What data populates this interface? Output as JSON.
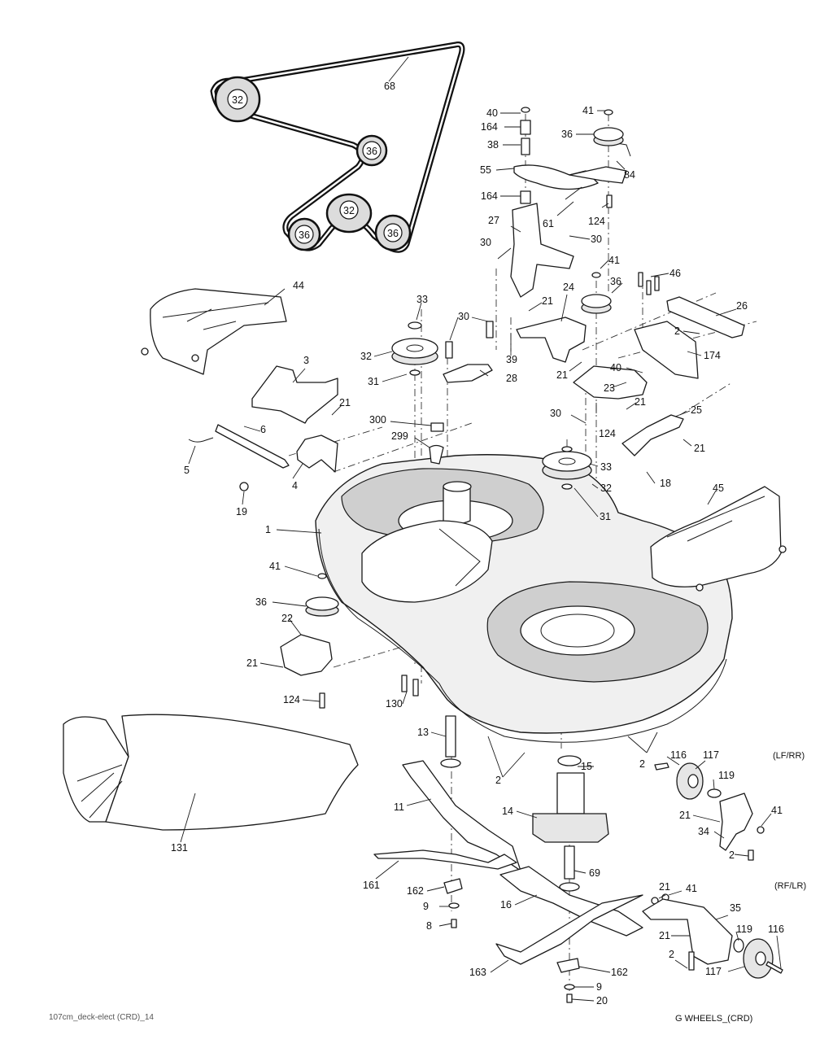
{
  "belt_callouts": {
    "belt": "68",
    "pulley_left": "32",
    "pulley_right_top": "36",
    "pulley_center": "32",
    "pulley_bottom_left": "36",
    "pulley_bottom_right": "36"
  },
  "labels": {
    "l40a": "40",
    "l164a": "164",
    "l38": "38",
    "l55": "55",
    "l164b": "164",
    "l41a": "41",
    "l36a": "36",
    "l84": "84",
    "l124a": "124",
    "l61": "61",
    "l27": "27",
    "l30a": "30",
    "l30b": "30",
    "l41b": "41",
    "l46": "46",
    "l36b": "36",
    "l44": "44",
    "l33a": "33",
    "l30c": "30",
    "l32a": "32",
    "l31a": "31",
    "l28": "28",
    "l24": "24",
    "l21a": "21",
    "l39": "39",
    "l26": "26",
    "l2a": "2",
    "l174": "174",
    "l21b": "21",
    "l40b": "40",
    "l23": "23",
    "l124b": "124",
    "l21c": "21",
    "l25": "25",
    "l21d": "21",
    "l3": "3",
    "l21e": "21",
    "l6": "6",
    "l5": "5",
    "l4": "4",
    "l19": "19",
    "l300": "300",
    "l299": "299",
    "l30d": "30",
    "l33b": "33",
    "l32b": "32",
    "l18": "18",
    "l31b": "31",
    "l45": "45",
    "l1": "1",
    "l41c": "41",
    "l36c": "36",
    "l22": "22",
    "l21f": "21",
    "l124c": "124",
    "l130": "130",
    "l13": "13",
    "l2b": "2",
    "l15": "15",
    "l2c": "2",
    "l116a": "116",
    "l117a": "117",
    "l119a": "119",
    "l21g": "21",
    "l41d": "41",
    "l34": "34",
    "l2d": "2",
    "l11": "11",
    "l14": "14",
    "l131": "131",
    "l161": "161",
    "l69": "69",
    "l162a": "162",
    "l9a": "9",
    "l8": "8",
    "l16": "16",
    "l21h": "21",
    "l41e": "41",
    "l35": "35",
    "l21i": "21",
    "l119b": "119",
    "l116b": "116",
    "l2e": "2",
    "l117b": "117",
    "l163": "163",
    "l162b": "162",
    "l9b": "9",
    "l20": "20"
  },
  "notes": {
    "lf_rr": "(LF/RR)",
    "rf_lr": "(RF/LR)",
    "footer_left": "107cm_deck-elect (CRD)_14",
    "footer_right": "G WHEELS_(CRD)"
  }
}
